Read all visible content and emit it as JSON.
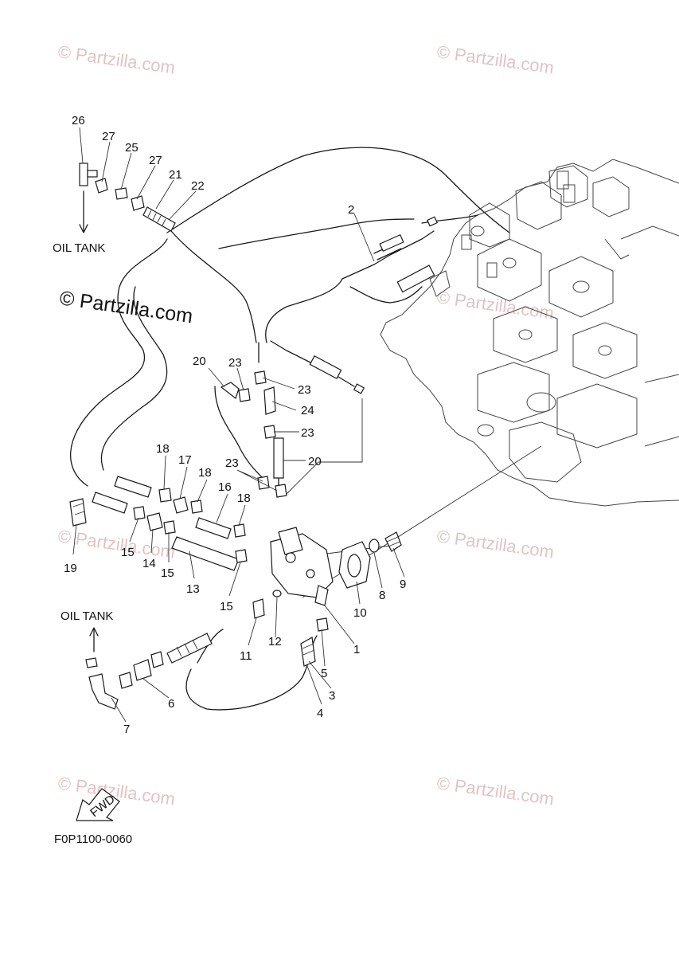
{
  "diagram": {
    "code": "F0P1100-0060",
    "labels": {
      "oil_tank_top": "OIL TANK",
      "oil_tank_bottom": "OIL TANK",
      "fwd": "FWD"
    },
    "watermark": "© Partzilla.com",
    "watermark_faint": "© Partzilla.com",
    "callouts": {
      "n1": "1",
      "n2": "2",
      "n3": "3",
      "n4": "4",
      "n5": "5",
      "n6": "6",
      "n7": "7",
      "n8": "8",
      "n9": "9",
      "n10": "10",
      "n11": "11",
      "n12": "12",
      "n13": "13",
      "n14": "14",
      "n15": "15",
      "n16": "16",
      "n17": "17",
      "n18": "18",
      "n19": "19",
      "n20": "20",
      "n21": "21",
      "n22": "22",
      "n23": "23",
      "n24": "24",
      "n25": "25",
      "n26": "26",
      "n27": "27"
    }
  }
}
